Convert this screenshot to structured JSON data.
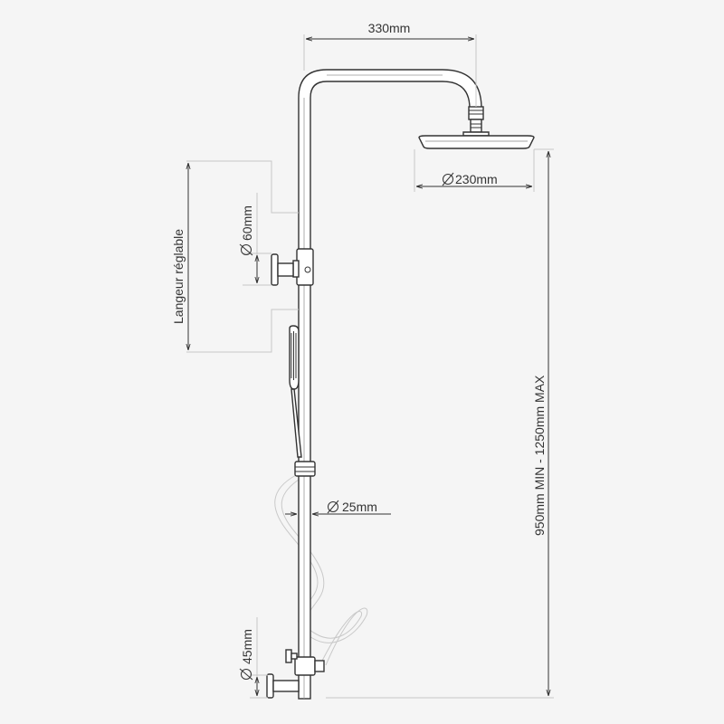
{
  "dimensions": {
    "arm_width": "330mm",
    "head_diameter": "230mm",
    "valve_diameter": "60mm",
    "pipe_diameter": "25mm",
    "diverter_diameter": "45mm",
    "height_range": "950mm MIN - 1250mm MAX",
    "adjustable_length": "Langeur réglable"
  },
  "colors": {
    "background": "#f5f5f5",
    "line": "#333333",
    "extension": "#c8c8c8"
  }
}
